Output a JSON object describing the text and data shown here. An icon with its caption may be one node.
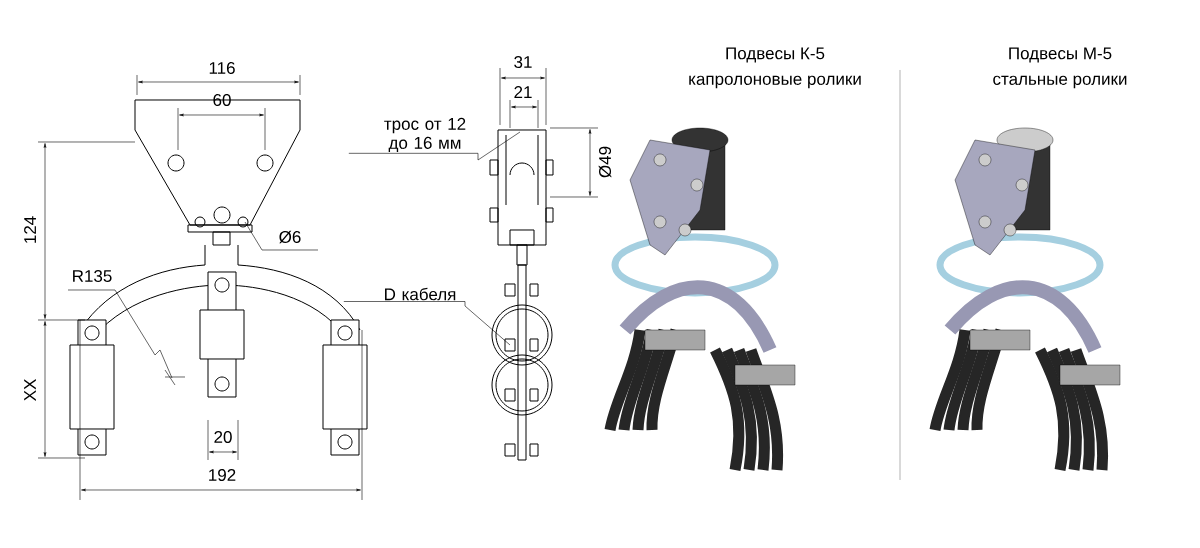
{
  "diagram": {
    "nodes": [
      {
        "text": [
          "трос от 12 до 16 мм"
        ]
      },
      {
        "text": [
          "D кабеля"
        ]
      }
    ],
    "edges": [
      {
        "from": 0,
        "to": null,
        "arrow": "none"
      },
      {
        "from": 1,
        "to": null,
        "arrow": "none"
      }
    ],
    "labels": [
      "116",
      "60",
      "124",
      "Ø6",
      "R135",
      "XX",
      "20",
      "192",
      "31",
      "21",
      "Ø49",
      "Подвесы К-5",
      "капролоновые ролики",
      "Подвесы М-5",
      "стальные ролики"
    ]
  }
}
